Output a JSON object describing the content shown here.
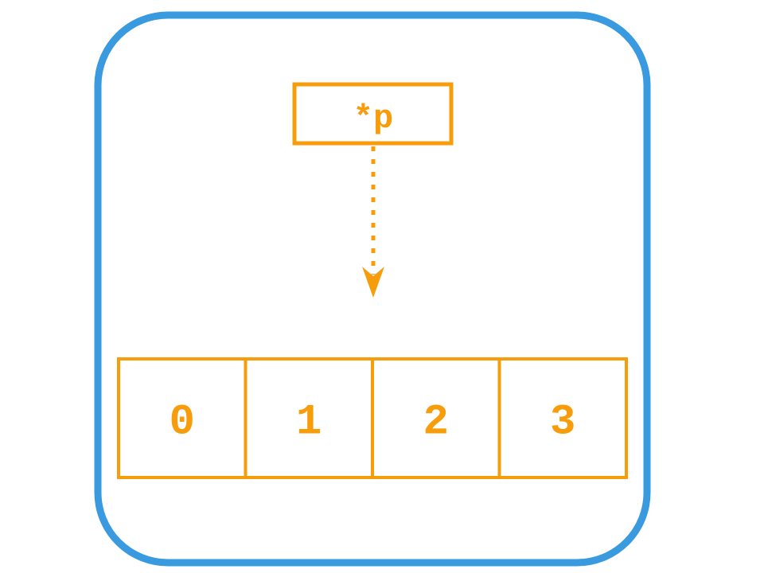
{
  "diagram": {
    "pointer": {
      "label": "*p"
    },
    "array": {
      "cells": [
        "0",
        "1",
        "2",
        "3"
      ]
    },
    "colors": {
      "frame": "#3A9AE0",
      "accent": "#F79C0B",
      "background": "#FFFFFF"
    }
  }
}
